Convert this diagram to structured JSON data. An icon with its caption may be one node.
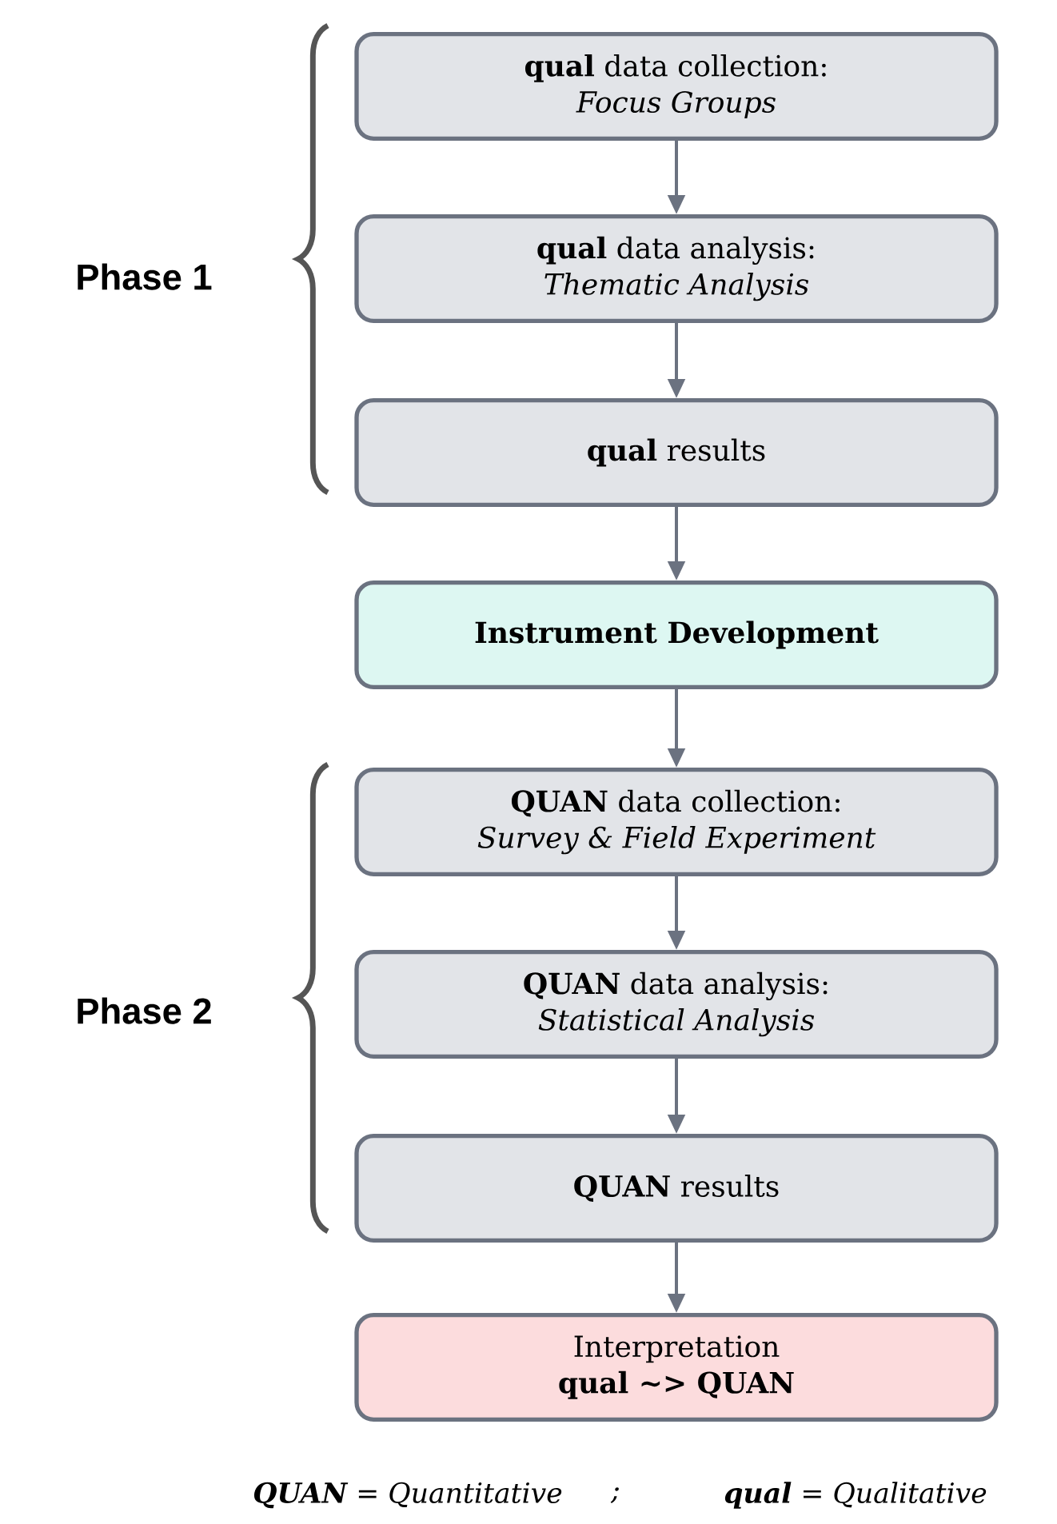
{
  "diagram": {
    "nodes": [
      {
        "text": [
          "**qual** data collection:",
          "Focus Groups"
        ]
      },
      {
        "text": [
          "**qual** data analysis:",
          "Thematic Analysis"
        ]
      },
      {
        "text": [
          "**qual** results"
        ]
      },
      {
        "text": [
          "Instrument Development"
        ]
      },
      {
        "text": [
          "**QUAN** data collection:",
          "Survey & Field Experiment"
        ]
      },
      {
        "text": [
          "**QUAN** data analysis:",
          "Statistical Analysis"
        ]
      },
      {
        "text": [
          "**QUAN** results"
        ]
      },
      {
        "text": [
          "Interpretation",
          "qual ~> QUAN"
        ]
      }
    ],
    "edges": [
      {
        "from": 0,
        "to": 1,
        "arrow": "to"
      },
      {
        "from": 1,
        "to": 2,
        "arrow": "to"
      },
      {
        "from": 2,
        "to": 3,
        "arrow": "to"
      },
      {
        "from": 3,
        "to": 4,
        "arrow": "to"
      },
      {
        "from": 4,
        "to": 5,
        "arrow": "to"
      },
      {
        "from": 5,
        "to": 6,
        "arrow": "to"
      },
      {
        "from": 6,
        "to": 7,
        "arrow": "to"
      }
    ],
    "labels": [
      "Phase 1",
      "Phase 2",
      "**QUAN** = Quantitative",
      ";",
      "**qual** = Qualitative"
    ]
  }
}
